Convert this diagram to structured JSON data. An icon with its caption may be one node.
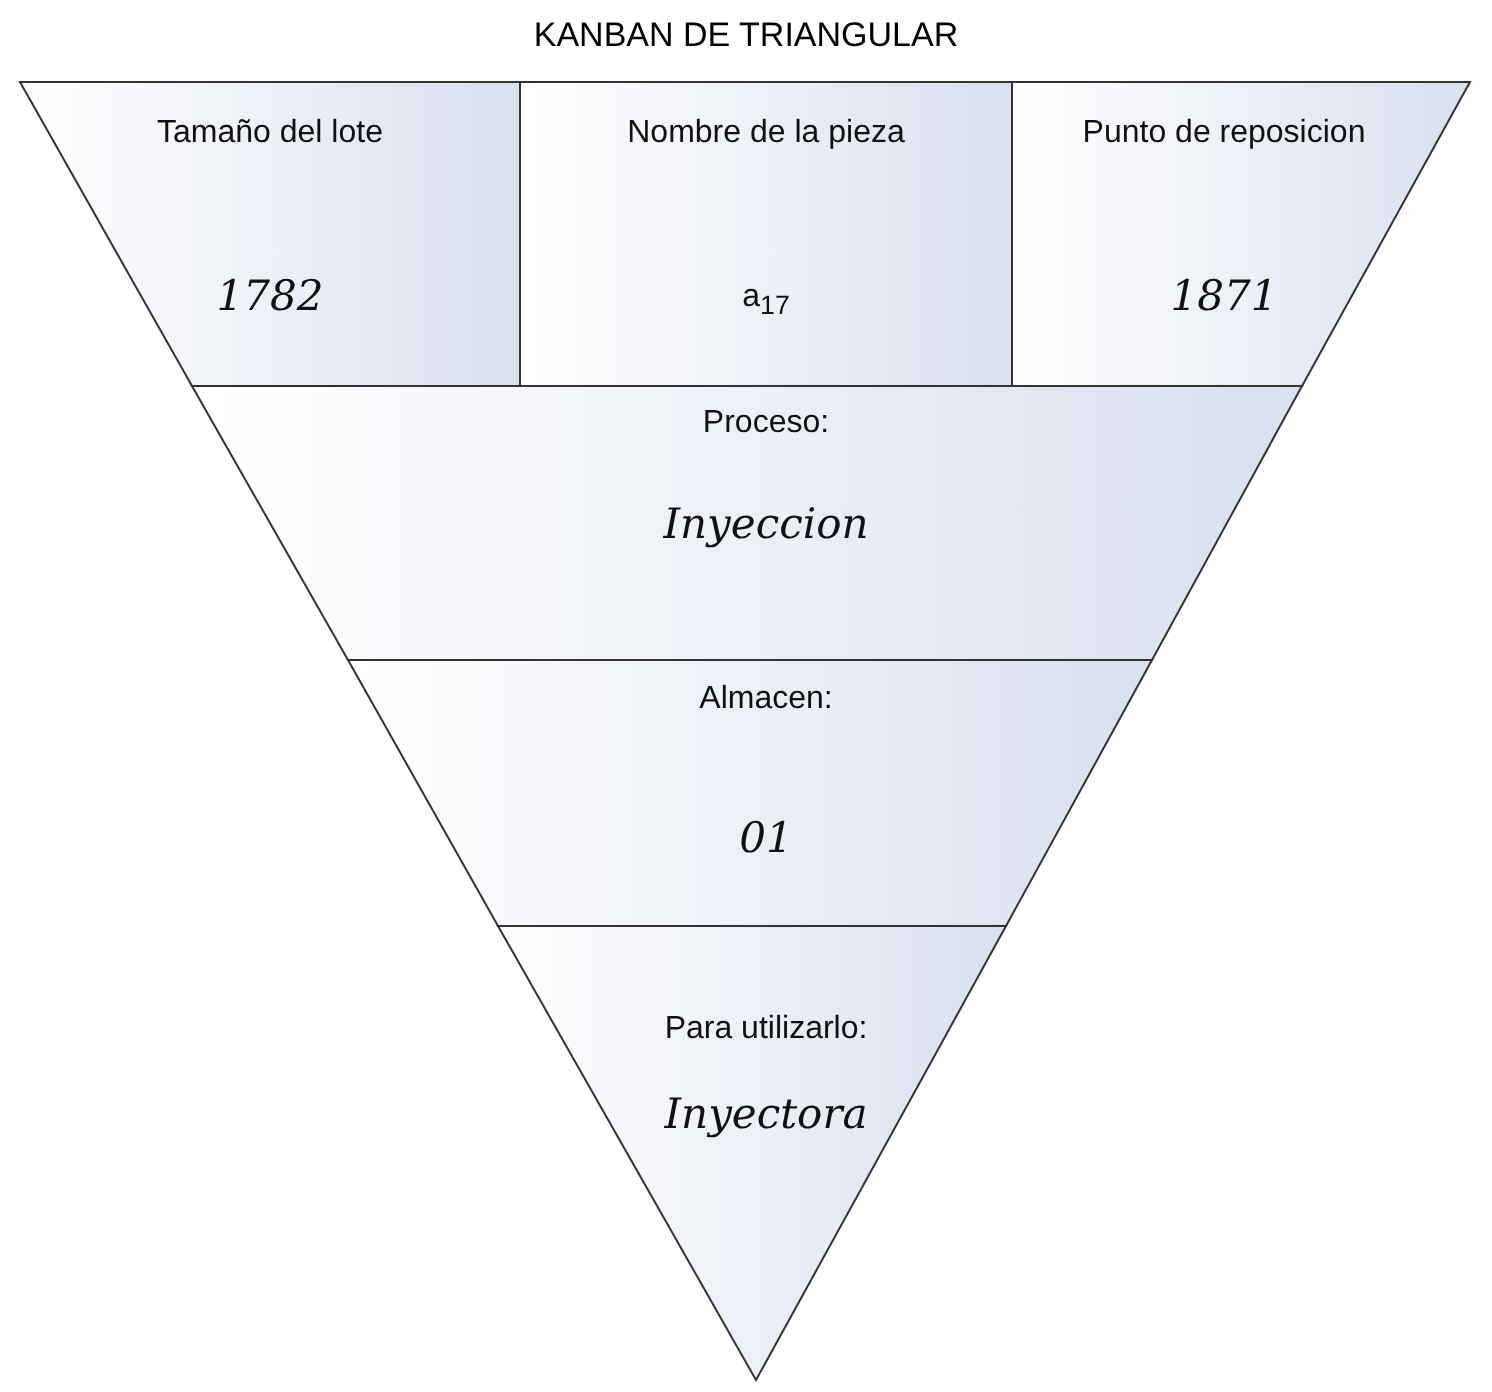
{
  "diagram": {
    "title": "KANBAN DE TRIANGULAR",
    "nodes": [
      {
        "text": [
          "Tamaño del lote",
          "1782"
        ]
      },
      {
        "text": [
          "Nombre de la pieza",
          "a$_{17}$"
        ]
      },
      {
        "text": [
          "Punto de reposicion",
          "1871"
        ]
      },
      {
        "text": [
          "Proceso:",
          "Inyeccion"
        ]
      },
      {
        "text": [
          "Almacen:",
          "01"
        ]
      },
      {
        "text": [
          "Para utilizarlo:",
          "Inyectora"
        ]
      }
    ]
  }
}
